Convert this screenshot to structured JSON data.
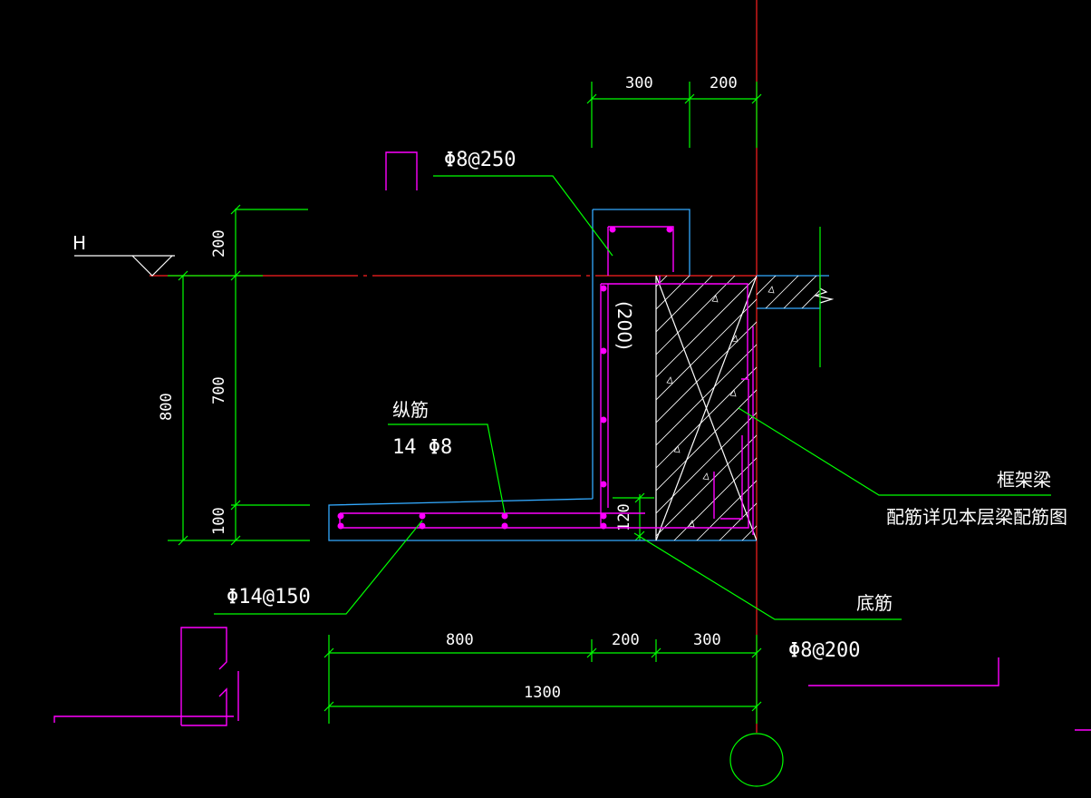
{
  "drawing": {
    "dimensions_top": {
      "d300": "300",
      "d200": "200"
    },
    "dimensions_left": {
      "d200": "200",
      "d700": "700",
      "d800": "800",
      "d100": "100"
    },
    "dimensions_bottom": {
      "d800": "800",
      "d200": "200",
      "d300": "300",
      "d1300": "1300"
    },
    "level_mark": "H",
    "wall_thickness_note": "(200)",
    "slab_thickness_note": "120",
    "rebar_stirrup": "Φ8@250",
    "rebar_longitudinal_title": "纵筋",
    "rebar_longitudinal_spec": "14  Φ8",
    "rebar_slab": "Φ14@150",
    "rebar_bottom_title": "底筋",
    "rebar_bottom_spec": "Φ8@200",
    "beam_title": "框架梁",
    "beam_note": "配筋详见本层梁配筋图"
  },
  "colors": {
    "dimension": "#00ff00",
    "axis": "#ff2020",
    "outline": "#33aaff",
    "rebar": "#ff00ff",
    "text": "#ffffff",
    "background": "#000000"
  }
}
